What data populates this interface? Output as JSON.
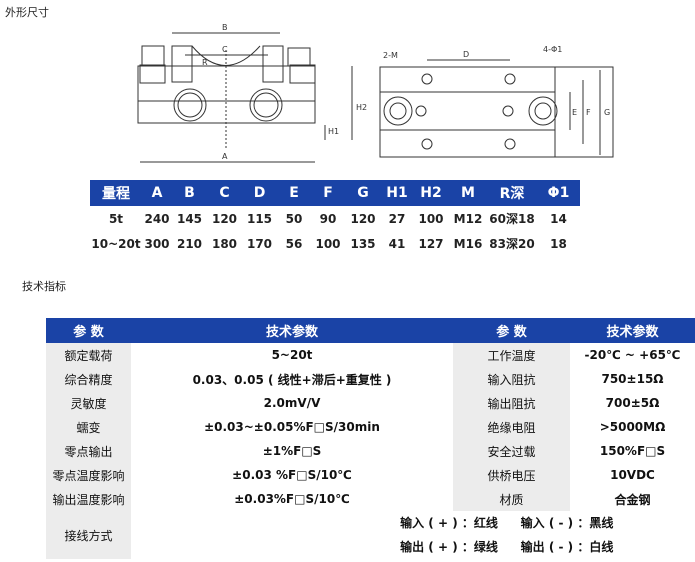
{
  "sections": {
    "dimensions": "外形尺寸",
    "specs": "技术指标"
  },
  "drawing_labels": {
    "A": "A",
    "B": "B",
    "C": "C",
    "R": "R",
    "H1": "H1",
    "H2": "H2",
    "D": "D",
    "E": "E",
    "F": "F",
    "G": "G",
    "M": "2-M",
    "phi": "4-Φ1"
  },
  "dims_table": {
    "headers": [
      "量程",
      "A",
      "B",
      "C",
      "D",
      "E",
      "F",
      "G",
      "H1",
      "H2",
      "M",
      "R深",
      "Φ1"
    ],
    "rows": [
      [
        "5t",
        "240",
        "145",
        "120",
        "115",
        "50",
        "90",
        "120",
        "27",
        "100",
        "M12",
        "60深18",
        "14"
      ],
      [
        "10~20t",
        "300",
        "210",
        "180",
        "170",
        "56",
        "100",
        "135",
        "41",
        "127",
        "M16",
        "83深20",
        "18"
      ]
    ]
  },
  "spec_table": {
    "headers": [
      "参 数",
      "技术参数",
      "参 数",
      "技术参数"
    ],
    "rows": [
      [
        "额定载荷",
        "5~20t",
        "工作温度",
        "-20℃ ~ +65℃"
      ],
      [
        "综合精度",
        "0.03、0.05 ( 线性+滞后+重复性 )",
        "输入阻抗",
        "750±15Ω"
      ],
      [
        "灵敏度",
        "2.0mV/V",
        "输出阻抗",
        "700±5Ω"
      ],
      [
        "蠕变",
        "±0.03~±0.05%F□S/30min",
        "绝缘电阻",
        ">5000MΩ"
      ],
      [
        "零点输出",
        "±1%F□S",
        "安全过载",
        "150%F□S"
      ],
      [
        "零点温度影响",
        "±0.03 %F□S/10℃",
        "供桥电压",
        "10VDC"
      ],
      [
        "输出温度影响",
        "±0.03%F□S/10℃",
        "材质",
        "合金钢"
      ]
    ],
    "wiring": {
      "label": "接线方式",
      "lines": [
        [
          "输入 ( + ) ：红线",
          "输入 ( - ) ：黑线"
        ],
        [
          "输出 ( + ) ：绿线",
          "输出 ( - ) ：白线"
        ]
      ]
    }
  }
}
